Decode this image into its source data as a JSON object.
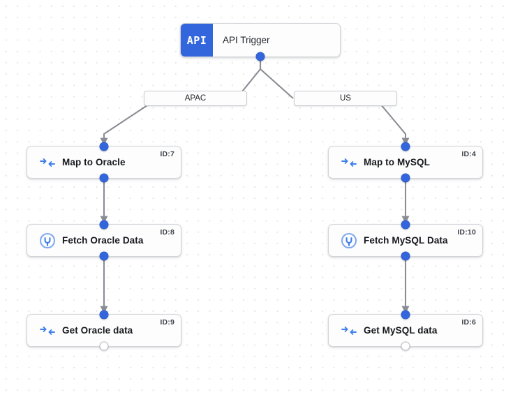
{
  "canvas": {
    "background_color": "#ffffff",
    "grid_dot_color": "#e6e6e8",
    "accent_color": "#3366dd",
    "edge_color": "#8a8d93"
  },
  "trigger": {
    "badge_text": "API",
    "title": "API Trigger",
    "icon": "api-badge-icon"
  },
  "branches": [
    {
      "label": "APAC"
    },
    {
      "label": "US"
    }
  ],
  "nodes": [
    {
      "label": "Map to Oracle",
      "id_text": "ID:7",
      "icon": "map-arrows-icon",
      "input_port": "filled",
      "output_port": "filled"
    },
    {
      "label": "Map to MySQL",
      "id_text": "ID:4",
      "icon": "map-arrows-icon",
      "input_port": "filled",
      "output_port": "filled"
    },
    {
      "label": "Fetch Oracle Data",
      "id_text": "ID:8",
      "icon": "connector-plug-icon",
      "input_port": "filled",
      "output_port": "filled"
    },
    {
      "label": "Fetch MySQL Data",
      "id_text": "ID:10",
      "icon": "connector-plug-icon",
      "input_port": "filled",
      "output_port": "filled"
    },
    {
      "label": "Get Oracle data",
      "id_text": "ID:9",
      "icon": "map-arrows-icon",
      "input_port": "filled",
      "output_port": "hollow"
    },
    {
      "label": "Get MySQL data",
      "id_text": "ID:6",
      "icon": "map-arrows-icon",
      "input_port": "filled",
      "output_port": "hollow"
    }
  ]
}
